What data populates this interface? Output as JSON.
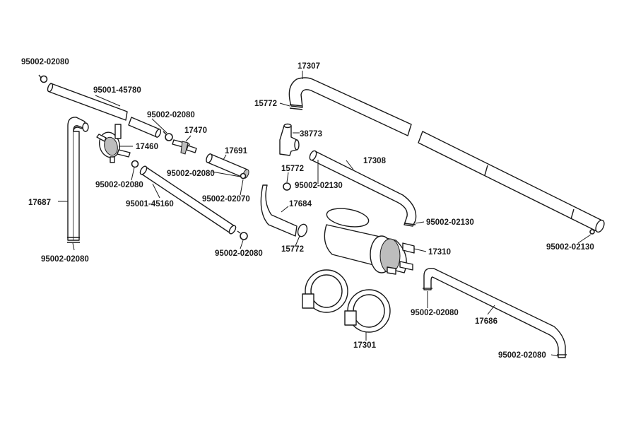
{
  "labels": {
    "clamp_top_left": "95002-02080",
    "hose_top_left": "95001-45780",
    "clamp_mid_left": "95002-02080",
    "fitting_17470": "17470",
    "valve_17460": "17460",
    "hose_17691": "17691",
    "clamp_under_valve": "95002-02080",
    "clamp_center": "95002-02080",
    "clamp_17691_end": "95002-02070",
    "hose_lower_mid": "95001-45160",
    "clamp_lower_mid": "95002-02080",
    "pipe_17687": "17687",
    "clamp_pipe_bottom": "95002-02080",
    "hose_17307": "17307",
    "clamp_15772_top": "15772",
    "tee_38773": "38773",
    "hose_17308": "17308",
    "clamp_15772_mid": "15772",
    "clamp_17308_left": "95002-02130",
    "clamp_17308_right": "95002-02130",
    "hose_17684": "17684",
    "clamp_15772_low": "15772",
    "canister_17310": "17310",
    "clamp_right_end": "95002-02130",
    "clamp_17686_left": "95002-02080",
    "hose_17686": "17686",
    "clamp_17686_right": "95002-02080",
    "brackets_17301": "17301"
  }
}
